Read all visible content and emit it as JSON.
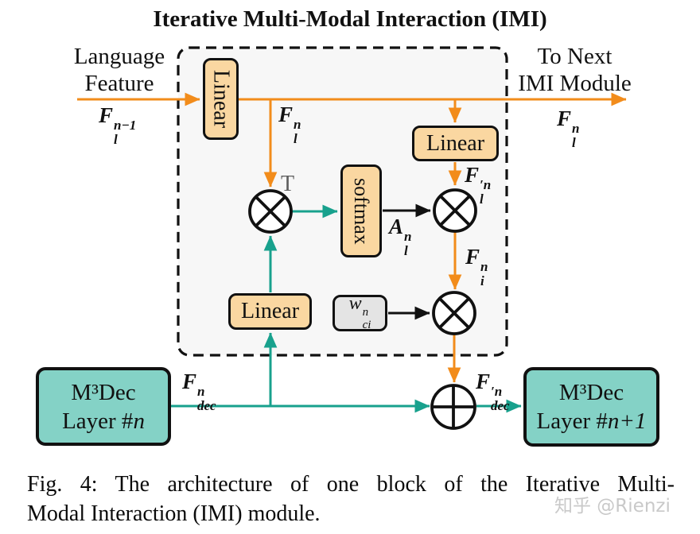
{
  "title": "Iterative Multi-Modal Interaction (IMI)",
  "left_input": {
    "line1": "Language",
    "line2": "Feature"
  },
  "right_output": {
    "line1": "To Next",
    "line2": "IMI Module"
  },
  "boxes": {
    "linear1": "Linear",
    "linear2": "Linear",
    "linear3": "Linear",
    "softmax": "softmax",
    "wci": {
      "base": "w",
      "sup": "n",
      "sub": "ci"
    },
    "m3dec_n": {
      "line1": "M³Dec",
      "line2_prefix": "Layer #",
      "line2_var": "n"
    },
    "m3dec_n1": {
      "line1": "M³Dec",
      "line2_prefix": "Layer #",
      "line2_var": "n+1"
    }
  },
  "labels": {
    "f_in": {
      "base": "F",
      "sup": "n−1",
      "sub": "l"
    },
    "f_out": {
      "base": "F",
      "sup": "n",
      "sub": "l"
    },
    "f_branch": {
      "base": "F",
      "sup": "n",
      "sub": "l"
    },
    "f_l_prime": {
      "base": "F",
      "sup": "′n",
      "sub": "l"
    },
    "a_attn": {
      "base": "A",
      "sup": "n",
      "sub": "l"
    },
    "f_i": {
      "base": "F",
      "sup": "n",
      "sub": "i"
    },
    "f_dec": {
      "base": "F",
      "sup": "n",
      "sub": "dec"
    },
    "f_dec_prime": {
      "base": "F",
      "sup": "′n",
      "sub": "dec"
    },
    "transpose": "T"
  },
  "colors": {
    "orange_arrow": "#F28C1B",
    "teal_arrow": "#18A18D",
    "black_arrow": "#111111",
    "linear_fill": "#FAD7A1",
    "weight_fill": "#E4E4E4",
    "decoder_fill": "#84D2C6",
    "dashed_box_fill": "#F7F7F7",
    "watermark_gray": "#c9c9c9"
  },
  "caption": {
    "line1": "Fig. 4: The architecture of one block of the Iterative Multi-",
    "line2": "Modal Interaction (IMI) module."
  },
  "watermark": "知乎 @Rienzi"
}
